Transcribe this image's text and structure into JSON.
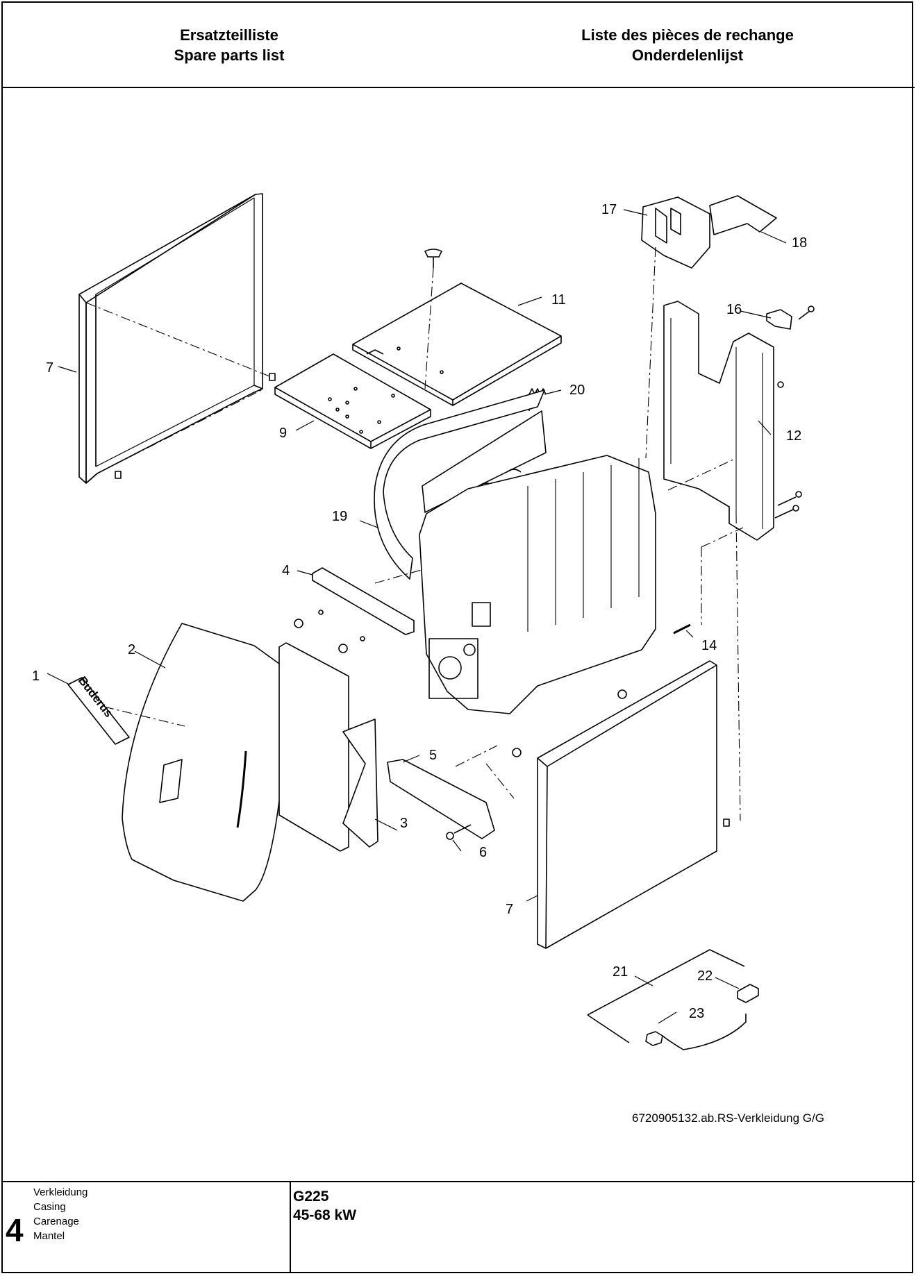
{
  "header": {
    "left_line1": "Ersatzteilliste",
    "left_line2": "Spare parts list",
    "right_line1": "Liste des pièces de rechange",
    "right_line2": "Onderdelenlijst"
  },
  "callouts": {
    "c1": "1",
    "c2": "2",
    "c3": "3",
    "c4": "4",
    "c5": "5",
    "c6": "6",
    "c7a": "7",
    "c7b": "7",
    "c9": "9",
    "c11": "11",
    "c12": "12",
    "c14": "14",
    "c16": "16",
    "c17": "17",
    "c18": "18",
    "c19": "19",
    "c20": "20",
    "c21": "21",
    "c22": "22",
    "c23": "23"
  },
  "logo_text": "Buderus",
  "drawing_reference": "6720905132.ab.RS-Verkleidung G/G",
  "footer": {
    "section_number": "4",
    "names": [
      "Verkleidung",
      "Casing",
      "Carenage",
      "Mantel"
    ],
    "model": "G225",
    "power": "45-68 kW"
  }
}
